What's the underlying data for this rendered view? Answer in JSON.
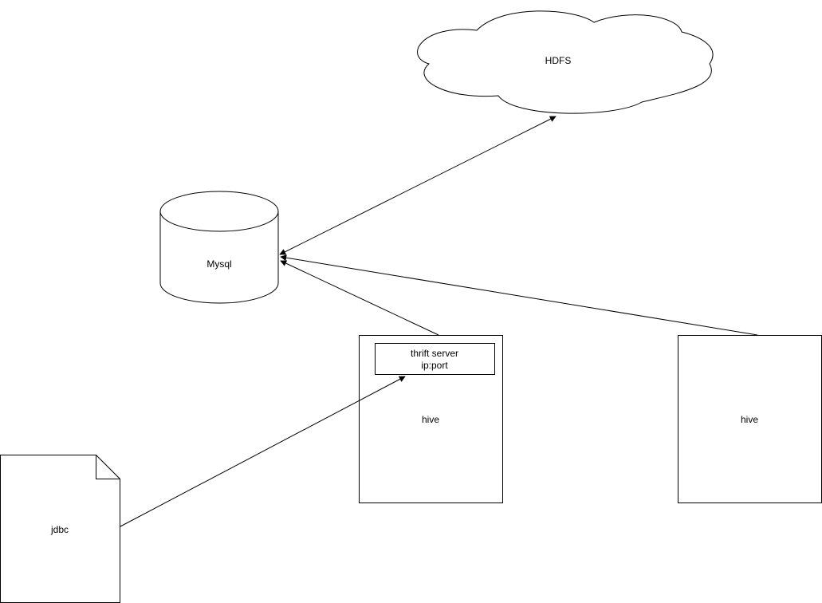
{
  "diagram": {
    "nodes": {
      "hdfs": {
        "label": "HDFS",
        "shape": "cloud"
      },
      "mysql": {
        "label": "Mysql",
        "shape": "cylinder"
      },
      "hive_left": {
        "label": "hive",
        "shape": "rectangle"
      },
      "thrift": {
        "line1": "thrift server",
        "line2": "ip:port",
        "shape": "rectangle"
      },
      "hive_right": {
        "label": "hive",
        "shape": "rectangle"
      },
      "jdbc": {
        "label": "jdbc",
        "shape": "document"
      }
    },
    "edges": [
      {
        "from": "mysql",
        "to": "hdfs",
        "arrows": "both"
      },
      {
        "from": "hive_left",
        "to": "mysql",
        "arrows": "end"
      },
      {
        "from": "hive_right",
        "to": "mysql",
        "arrows": "end"
      },
      {
        "from": "jdbc",
        "to": "thrift",
        "arrows": "end"
      }
    ],
    "colors": {
      "stroke": "#000000",
      "fill": "#ffffff",
      "text": "#000000"
    }
  }
}
